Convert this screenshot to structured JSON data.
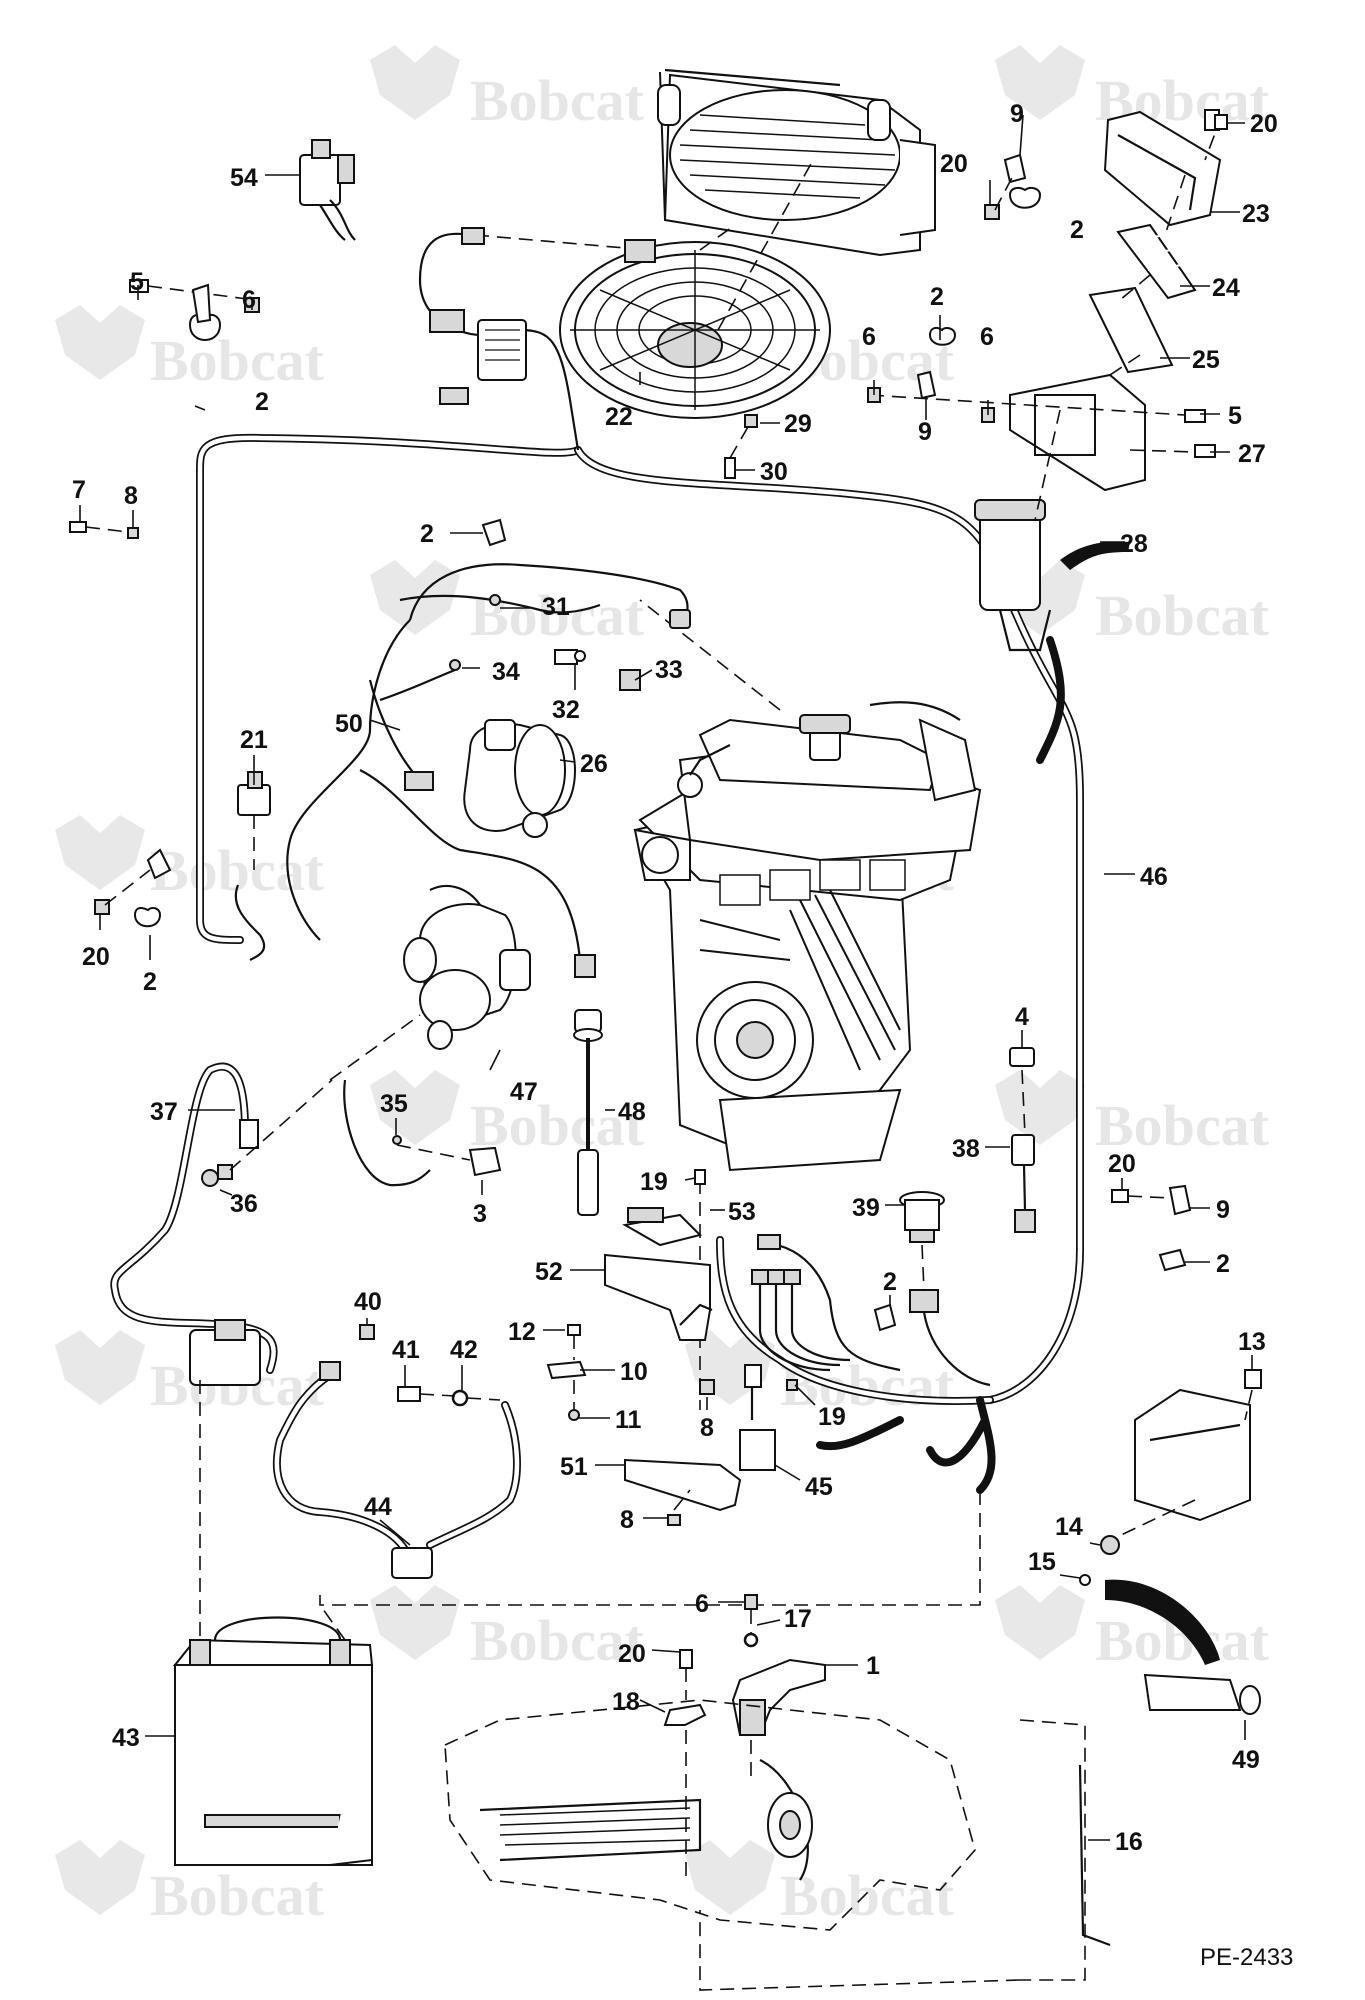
{
  "figure_id": "PE-2433",
  "watermark_text": "Bobcat",
  "callouts": {
    "c1": "1",
    "c2": "2",
    "c3": "3",
    "c4": "4",
    "c5": "5",
    "c6": "6",
    "c7": "7",
    "c8": "8",
    "c9": "9",
    "c10": "10",
    "c11": "11",
    "c12": "12",
    "c13": "13",
    "c14": "14",
    "c15": "15",
    "c16": "16",
    "c17": "17",
    "c18": "18",
    "c19": "19",
    "c20": "20",
    "c21": "21",
    "c22": "22",
    "c23": "23",
    "c24": "24",
    "c25": "25",
    "c26": "26",
    "c27": "27",
    "c28": "28",
    "c29": "29",
    "c30": "30",
    "c31": "31",
    "c32": "32",
    "c33": "33",
    "c34": "34",
    "c35": "35",
    "c36": "36",
    "c37": "37",
    "c38": "38",
    "c39": "39",
    "c40": "40",
    "c41": "41",
    "c42": "42",
    "c43": "43",
    "c44": "44",
    "c45": "45",
    "c46": "46",
    "c47": "47",
    "c48": "48",
    "c49": "49",
    "c50": "50",
    "c51": "51",
    "c52": "52",
    "c53": "53",
    "c54": "54"
  },
  "colors": {
    "line": "#111111",
    "watermark": "#e6e6e6",
    "background": "#ffffff"
  }
}
